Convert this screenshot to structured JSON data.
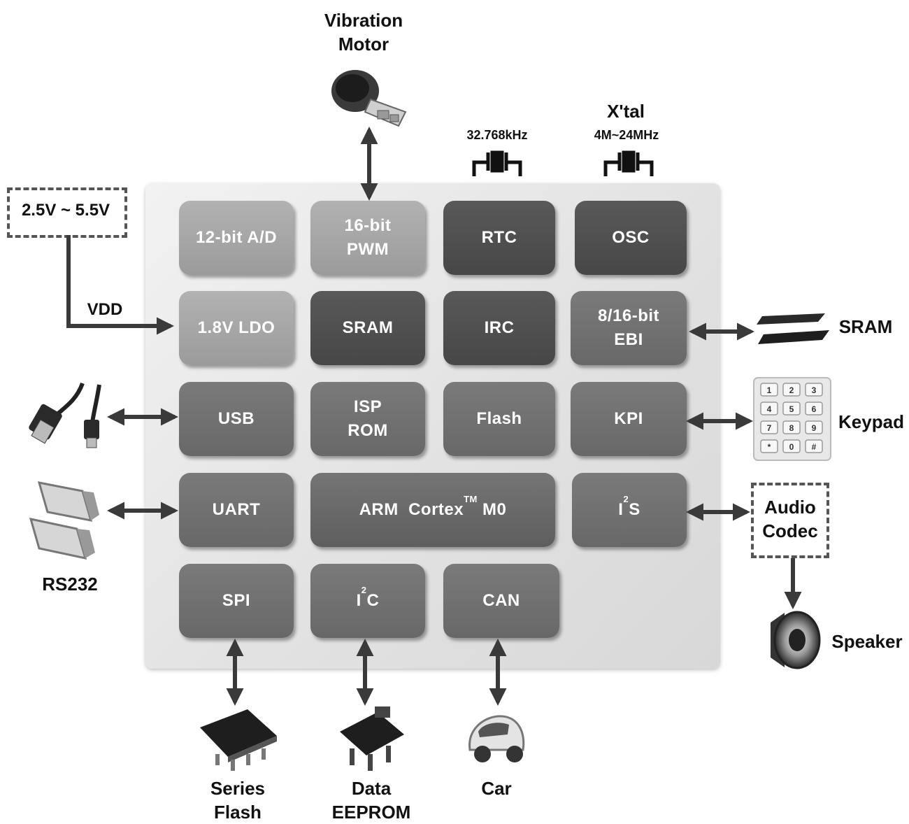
{
  "external": {
    "vibration_motor": [
      "Vibration",
      "Motor"
    ],
    "crystal_rtc": "32.768kHz",
    "xtal_title": "X'tal",
    "xtal_freq": "4M~24MHz",
    "voltage_range": "2.5V ~ 5.5V",
    "vdd": "VDD",
    "sram": "SRAM",
    "keypad": "Keypad",
    "audio_codec": [
      "Audio",
      "Codec"
    ],
    "speaker": "Speaker",
    "rs232": "RS232",
    "series_flash": [
      "Series",
      "Flash"
    ],
    "data_eeprom": [
      "Data",
      "EEPROM"
    ],
    "car": "Car"
  },
  "blocks": {
    "adc": "12-bit A/D",
    "pwm": [
      "16-bit",
      "PWM"
    ],
    "rtc": "RTC",
    "osc": "OSC",
    "ldo": "1.8V LDO",
    "sram": "SRAM",
    "irc": "IRC",
    "ebi": [
      "8/16-bit",
      "EBI"
    ],
    "usb": "USB",
    "isp": [
      "ISP",
      "ROM"
    ],
    "flash": "Flash",
    "kpi": "KPI",
    "uart": "UART",
    "cpu_prefix": "ARM  Cortex",
    "cpu_tm": "TM",
    "cpu_suffix": " M0",
    "i2s_pre": "I",
    "i2s_sup": "2",
    "i2s_post": "S",
    "spi": "SPI",
    "i2c_pre": "I",
    "i2c_sup": "2",
    "i2c_post": "C",
    "can": "CAN"
  },
  "keypad_keys": [
    "1",
    "2",
    "3",
    "4",
    "5",
    "6",
    "7",
    "8",
    "9",
    "*",
    "0",
    "#"
  ],
  "colors": {
    "arrow": "#3a3a3a",
    "label": "#111111"
  }
}
